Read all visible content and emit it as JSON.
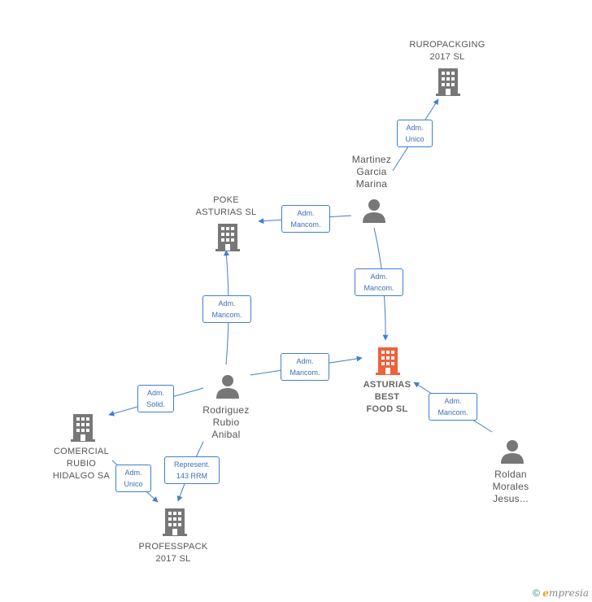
{
  "nodes": {
    "ruropackging": {
      "label": "RUROPACKGING\n2017  SL"
    },
    "martinez": {
      "label": "Martinez\nGarcia\nMarina"
    },
    "poke": {
      "label": "POKE\nASTURIAS  SL"
    },
    "asturias": {
      "label": "ASTURIAS\nBEST\nFOOD  SL"
    },
    "rodriguez": {
      "label": "Rodriguez\nRubio\nAnibal"
    },
    "comercial": {
      "label": "COMERCIAL\nRUBIO\nHIDALGO SA"
    },
    "professpack": {
      "label": "PROFESSPACK\n2017  SL"
    },
    "roldan": {
      "label": "Roldan\nMorales\nJesus..."
    }
  },
  "relations": {
    "r1": {
      "label": "Adm.\nUnico"
    },
    "r2": {
      "label": "Adm.\nMancom."
    },
    "r3": {
      "label": "Adm.\nMancom."
    },
    "r4": {
      "label": "Adm.\nMancom."
    },
    "r5": {
      "label": "Adm.\nMancom."
    },
    "r6": {
      "label": "Adm.\nSolid."
    },
    "r7": {
      "label": "Represent.\n143 RRM"
    },
    "r8": {
      "label": "Adm.\nUnico"
    },
    "r9": {
      "label": "Adm.\nMancom."
    }
  },
  "footer": {
    "copyright": "©",
    "brand_e": "ℯ",
    "brand_rest": "mpresia"
  },
  "colors": {
    "edge": "#3f7fcf",
    "building": "#777777",
    "highlight": "#f0603a",
    "person": "#777777"
  }
}
